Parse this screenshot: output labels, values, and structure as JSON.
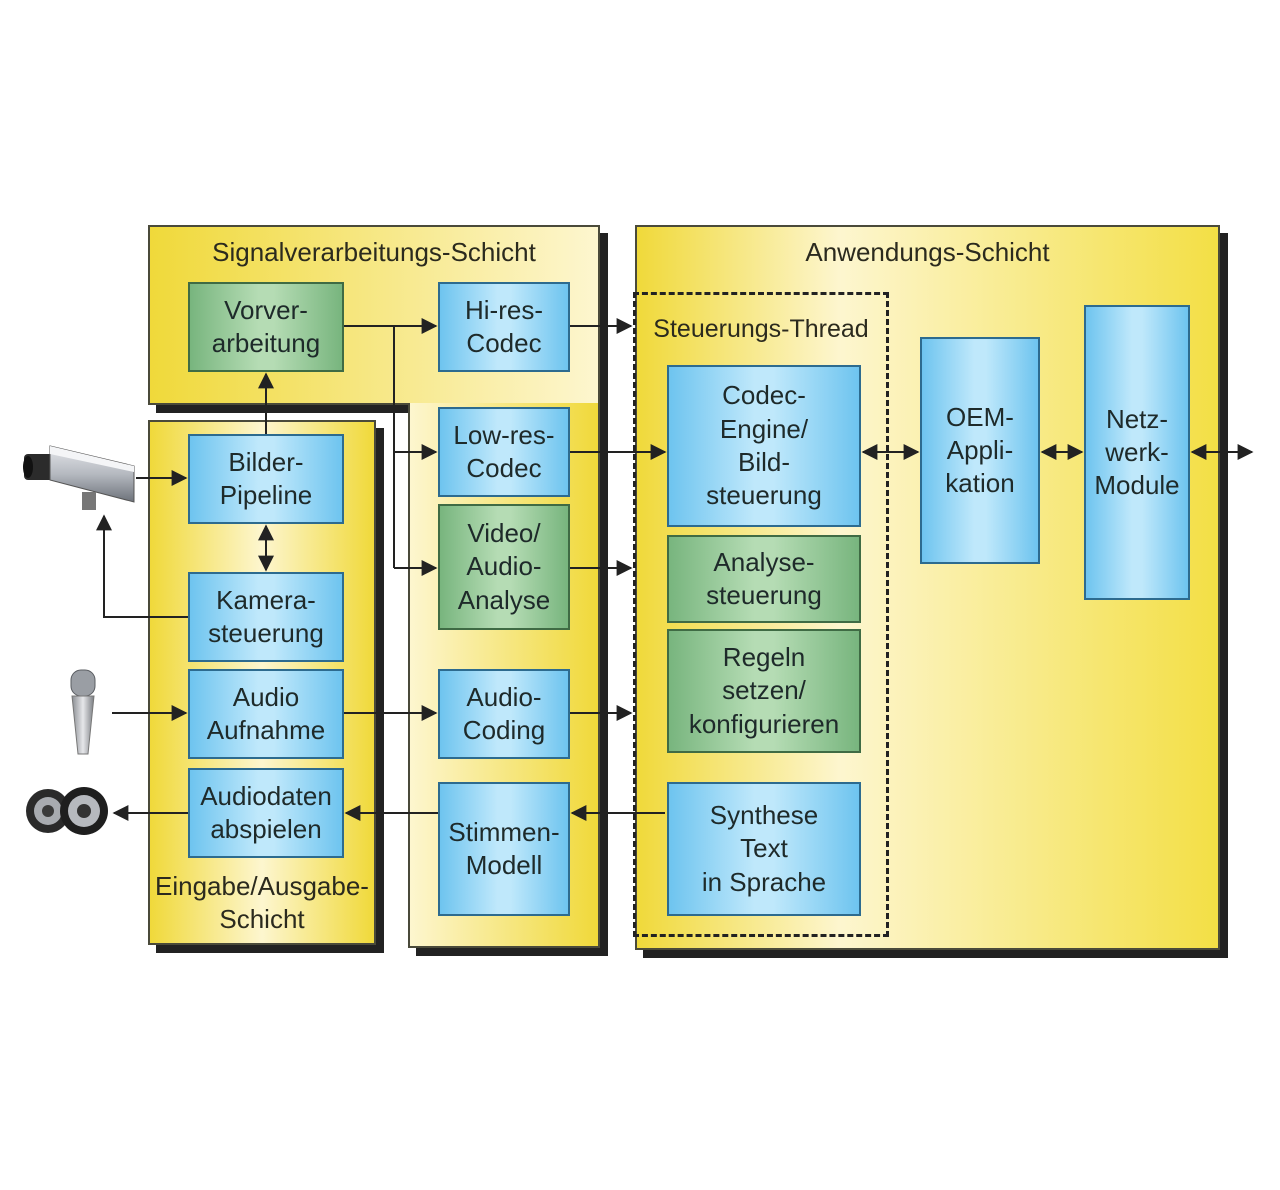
{
  "layers": {
    "signal": "Signalverarbeitungs-Schicht",
    "application": "Anwendungs-Schicht",
    "io": "Eingabe/Ausgabe-\nSchicht"
  },
  "thread_title": "Steuerungs-Thread",
  "boxes": {
    "vorverarbeitung": "Vorver-\narbeitung",
    "hi_res_codec": "Hi-res-\nCodec",
    "low_res_codec": "Low-res-\nCodec",
    "video_audio_analyse": "Video/\nAudio-\nAnalyse",
    "audio_coding": "Audio-\nCoding",
    "stimmen_modell": "Stimmen-\nModell",
    "bilder_pipeline": "Bilder-\nPipeline",
    "kamerasteuerung": "Kamera-\nsteuerung",
    "audio_aufnahme": "Audio\nAufnahme",
    "audiodaten_abspielen": "Audiodaten\nabspielen",
    "codec_engine": "Codec-\nEngine/\nBild-\nsteuerung",
    "analysesteuerung": "Analyse-\nsteuerung",
    "regeln": "Regeln\nsetzen/\nkonfigurieren",
    "synthese": "Synthese\nText\nin Sprache",
    "oem": "OEM-\nAppli-\nkation",
    "netzwerk": "Netz-\nwerk-\nModule"
  },
  "devices": [
    "camera-icon",
    "microphone-icon",
    "speaker-icon"
  ],
  "colors": {
    "layer_yellow": "#f0d93a",
    "layer_light": "#fdf6cf",
    "box_blue": "#6ec4ef",
    "box_green": "#78b57e",
    "wire": "#222222"
  }
}
